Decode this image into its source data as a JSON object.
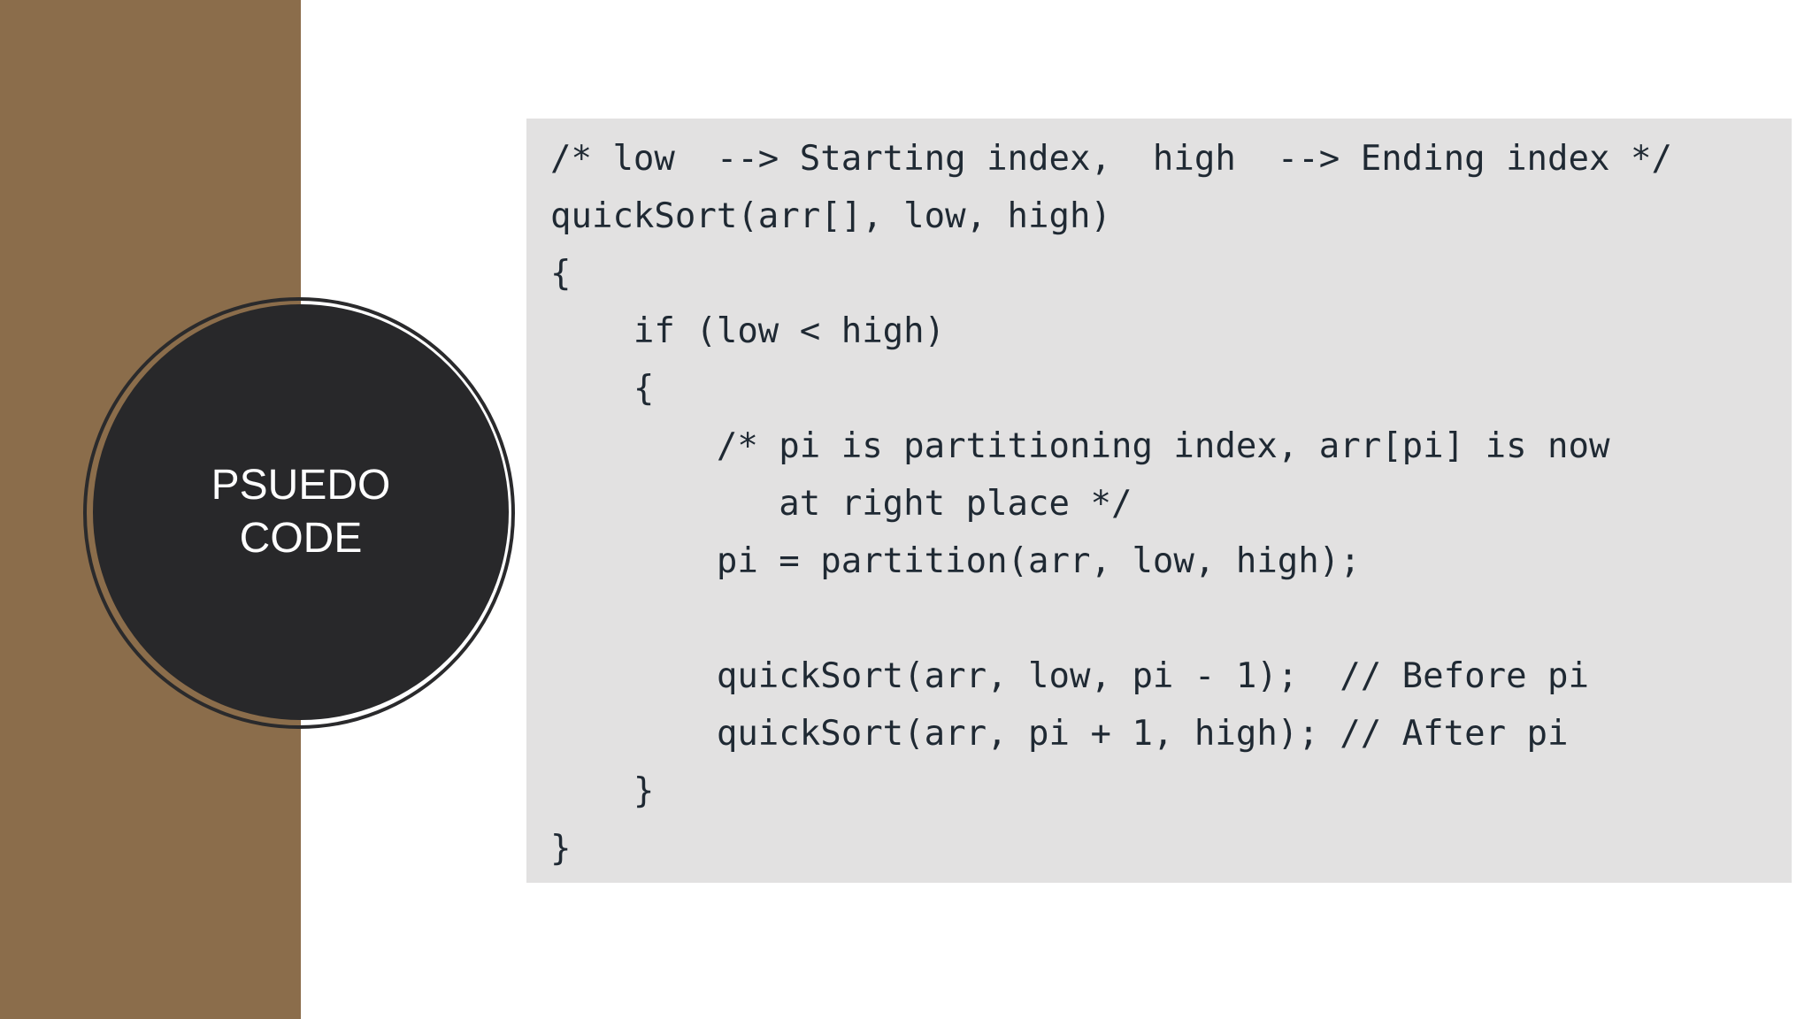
{
  "slide": {
    "title_line1": "PSUEDO",
    "title_line2": "CODE",
    "colors": {
      "sidebar": "#8b6d4b",
      "circle": "#28282a",
      "code_background": "#e2e1e1",
      "code_text": "#1f2933"
    }
  },
  "code": {
    "lines": [
      "/* low  --> Starting index,  high  --> Ending index */",
      "quickSort(arr[], low, high)",
      "{",
      "    if (low < high)",
      "    {",
      "        /* pi is partitioning index, arr[pi] is now",
      "           at right place */",
      "        pi = partition(arr, low, high);",
      "",
      "        quickSort(arr, low, pi - 1);  // Before pi",
      "        quickSort(arr, pi + 1, high); // After pi",
      "    }",
      "}"
    ]
  }
}
